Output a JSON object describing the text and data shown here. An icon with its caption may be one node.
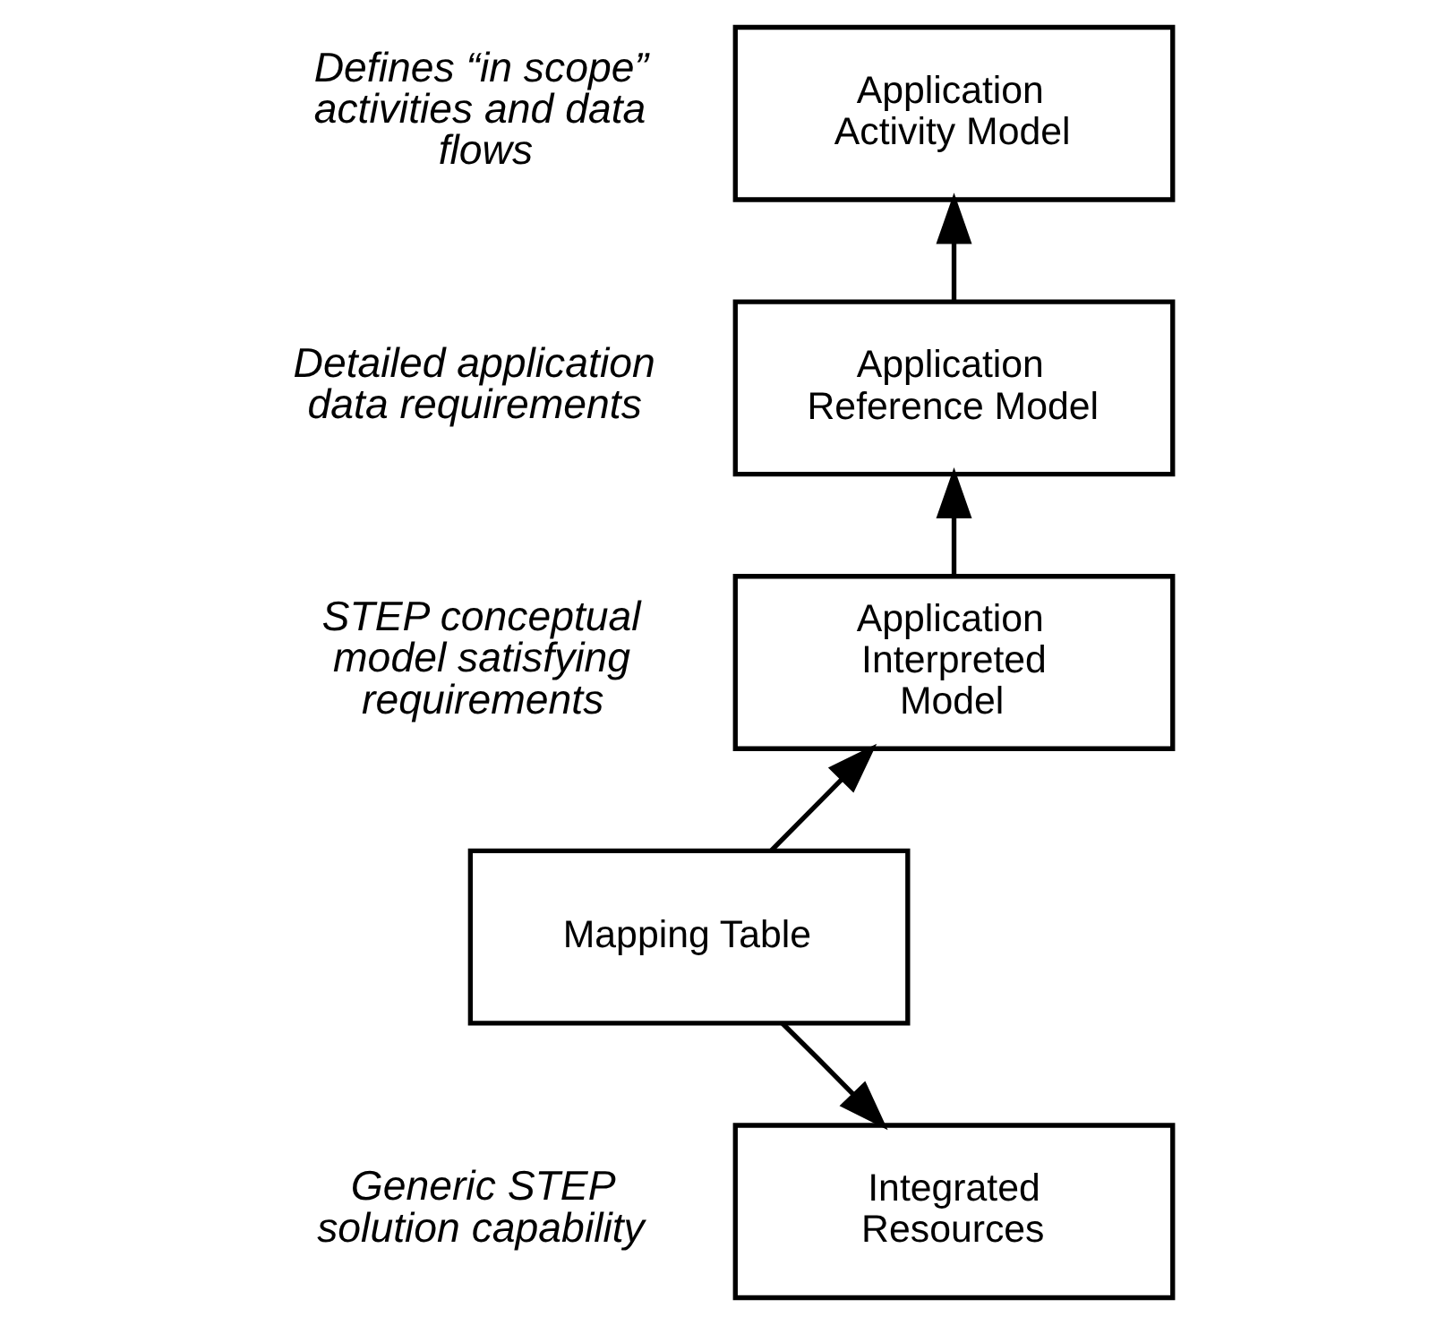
{
  "diagram": {
    "nodes": [
      {
        "text": [
          "Application Activity Model"
        ],
        "beside": [
          "Defines “in scope” activities and data flows"
        ]
      },
      {
        "text": [
          "Application Reference Model"
        ],
        "beside": [
          "Detailed application data requirements"
        ]
      },
      {
        "text": [
          "Application Interpreted Model"
        ],
        "beside": [
          "STEP conceptual model satisfying requirements"
        ]
      },
      {
        "text": [
          "Mapping Table"
        ]
      },
      {
        "text": [
          "Integrated Resources"
        ],
        "beside": [
          "Generic STEP solution capability"
        ]
      }
    ],
    "edges": [
      {
        "from": 1,
        "to": 0,
        "arrow": "to"
      },
      {
        "from": 2,
        "to": 1,
        "arrow": "to"
      },
      {
        "from": 3,
        "to": 2,
        "arrow": "to"
      },
      {
        "from": 3,
        "to": 4,
        "arrow": "to"
      }
    ]
  }
}
